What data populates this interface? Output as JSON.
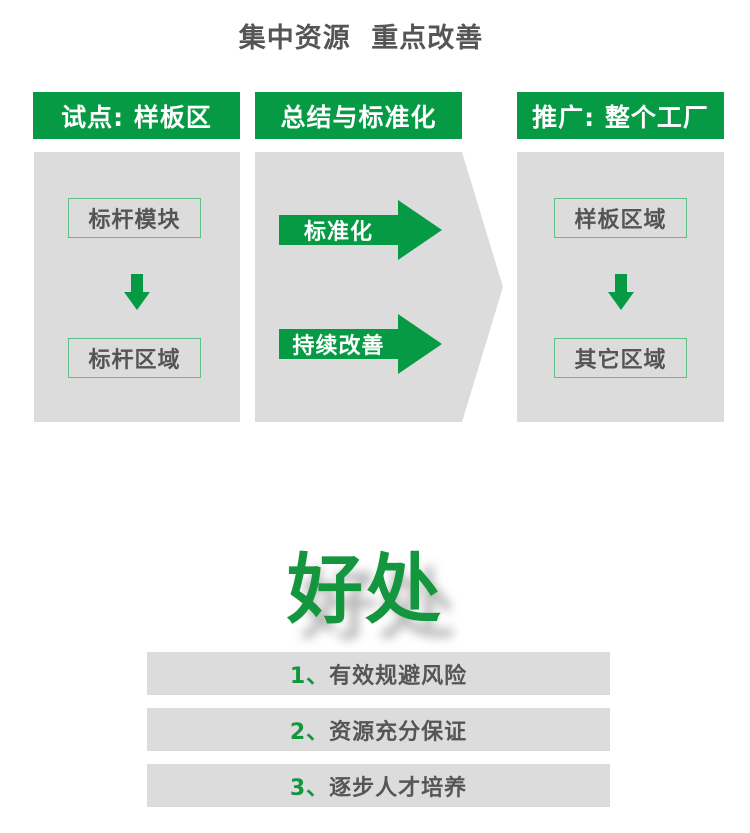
{
  "title": "集中资源  重点改善",
  "colors": {
    "accent_green": "#069a44",
    "panel_gray": "#dcdcdc",
    "text_gray": "#555555",
    "box_border": "#5fbf86"
  },
  "columns": [
    {
      "header": "试点: 样板区",
      "boxes": [
        "标杆模块",
        "标杆区域"
      ],
      "arrow_icon": "arrow-down-icon"
    },
    {
      "header": "总结与标准化",
      "arrows": [
        "标准化",
        "持续改善"
      ],
      "arrow_icon": "arrow-right-icon"
    },
    {
      "header": "推广: 整个工厂",
      "boxes": [
        "样板区域",
        "其它区域"
      ],
      "arrow_icon": "arrow-down-icon"
    }
  ],
  "benefits": {
    "heading": "好处",
    "items": [
      {
        "num": "1、",
        "text": "有效规避风险"
      },
      {
        "num": "2、",
        "text": "资源充分保证"
      },
      {
        "num": "3、",
        "text": "逐步人才培养"
      }
    ]
  }
}
